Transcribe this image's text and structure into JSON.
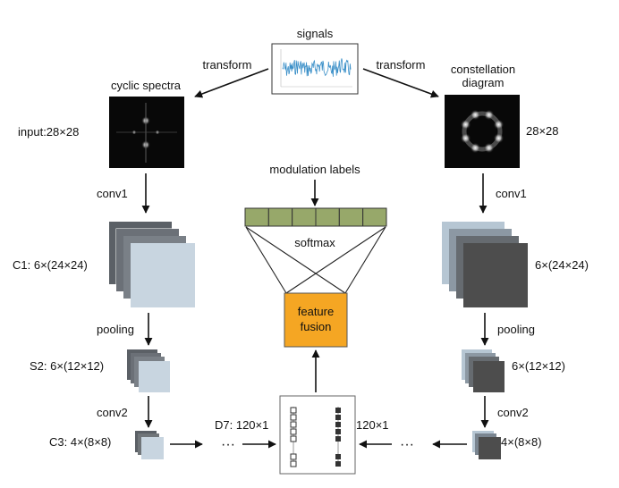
{
  "labels": {
    "signals": "signals",
    "transform_left": "transform",
    "transform_right": "transform",
    "cyclic_spectra": "cyclic spectra",
    "constellation_line1": "constellation",
    "constellation_line2": "diagram",
    "input_left": "input:28×28",
    "input_right": "28×28",
    "conv1_left": "conv1",
    "conv1_right": "conv1",
    "c1_left": "C1: 6×(24×24)",
    "c1_right": "6×(24×24)",
    "pooling_left": "pooling",
    "pooling_right": "pooling",
    "s2_left": "S2: 6×(12×12)",
    "s2_right": "6×(12×12)",
    "conv2_left": "conv2",
    "conv2_right": "conv2",
    "c3_left": "C3: 4×(8×8)",
    "c3_right": "4×(8×8)",
    "d7_left": "D7: 120×1",
    "d7_right": "120×1",
    "dots_left": "···",
    "dots_right": "···",
    "modulation_labels": "modulation labels",
    "softmax": "softmax",
    "fusion_line1": "feature",
    "fusion_line2": "fusion"
  },
  "colors": {
    "fusion_fill": "#f5a623",
    "label_cell_fill": "#97a86a",
    "left_map_front": "#c8d5e0",
    "right_map_front": "#4d4d4d",
    "map_back": "#6a6f75",
    "signal_line": "#3a8fc8"
  },
  "modulation_label_count": 6
}
